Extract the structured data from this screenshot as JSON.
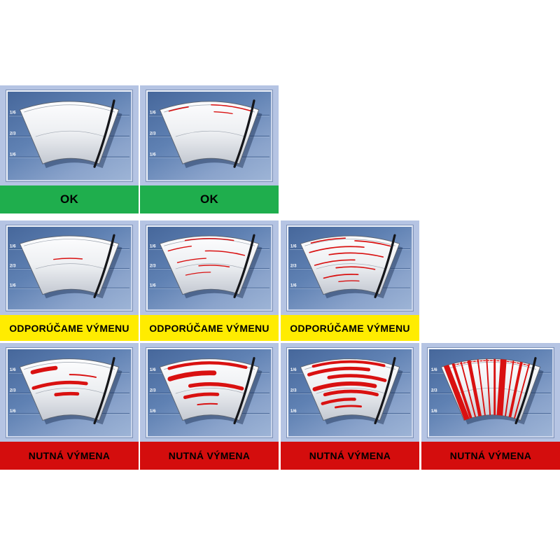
{
  "page": {
    "background": "#ffffff",
    "description_name": "wiper-blade-wear-chart"
  },
  "scale_labels": [
    "1/6",
    "2/3",
    "1/6"
  ],
  "colors": {
    "cell_bg": "#b5c4e3",
    "panel_blue_dark": "#46679b",
    "panel_blue_light": "#9db4d6",
    "streak_red": "#d91111",
    "blade_black": "#15161a",
    "ok_green": "#1fae4d",
    "warn_yellow": "#ffec00",
    "alert_red": "#d40d0d"
  },
  "rows": [
    {
      "status": "ok",
      "label": "OK",
      "label_bg": "#1fae4d",
      "cells": [
        {
          "streaks": []
        },
        {
          "streaks": [
            {
              "kind": "arc",
              "y": 0.07,
              "x1": 0.08,
              "x2": 0.28,
              "w": 1.6
            },
            {
              "kind": "arc",
              "y": 0.06,
              "x1": 0.52,
              "x2": 0.93,
              "w": 1.6
            },
            {
              "kind": "arc",
              "y": 0.18,
              "x1": 0.55,
              "x2": 0.75,
              "w": 1.3
            }
          ]
        }
      ]
    },
    {
      "status": "replacement-recommended",
      "label": "ODPORÚČAME VÝMENU",
      "label_bg": "#ffec00",
      "cells": [
        {
          "streaks": [
            {
              "kind": "arc",
              "y": 0.42,
              "x1": 0.3,
              "x2": 0.65,
              "w": 1.6
            }
          ]
        },
        {
          "streaks": [
            {
              "kind": "arc",
              "y": 0.05,
              "x1": 0.25,
              "x2": 0.75,
              "w": 1.6
            },
            {
              "kind": "arc",
              "y": 0.17,
              "x1": 0.05,
              "x2": 0.3,
              "w": 1.6
            },
            {
              "kind": "arc",
              "y": 0.28,
              "x1": 0.45,
              "x2": 0.9,
              "w": 1.6
            },
            {
              "kind": "arc",
              "y": 0.42,
              "x1": 0.1,
              "x2": 0.45,
              "w": 1.6
            },
            {
              "kind": "arc",
              "y": 0.55,
              "x1": 0.35,
              "x2": 0.75,
              "w": 1.6
            },
            {
              "kind": "arc",
              "y": 0.68,
              "x1": 0.15,
              "x2": 0.5,
              "w": 1.4
            }
          ]
        },
        {
          "streaks": [
            {
              "kind": "arc",
              "y": 0.04,
              "x1": 0.1,
              "x2": 0.45,
              "w": 1.8
            },
            {
              "kind": "arc",
              "y": 0.09,
              "x1": 0.55,
              "x2": 0.92,
              "w": 1.8
            },
            {
              "kind": "arc",
              "y": 0.2,
              "x1": 0.05,
              "x2": 0.65,
              "w": 1.8
            },
            {
              "kind": "arc",
              "y": 0.32,
              "x1": 0.25,
              "x2": 0.88,
              "w": 1.8
            },
            {
              "kind": "arc",
              "y": 0.45,
              "x1": 0.05,
              "x2": 0.55,
              "w": 1.8
            },
            {
              "kind": "arc",
              "y": 0.58,
              "x1": 0.3,
              "x2": 0.82,
              "w": 1.8
            },
            {
              "kind": "arc",
              "y": 0.72,
              "x1": 0.1,
              "x2": 0.6,
              "w": 1.8
            },
            {
              "kind": "arc",
              "y": 0.84,
              "x1": 0.3,
              "x2": 0.62,
              "w": 1.5
            }
          ]
        }
      ]
    },
    {
      "status": "replacement-required",
      "label": "NUTNÁ VÝMENA",
      "label_bg": "#d40d0d",
      "cells": [
        {
          "streaks": [
            {
              "kind": "arc",
              "y": 0.15,
              "x1": 0.1,
              "x2": 0.35,
              "w": 6
            },
            {
              "kind": "arc",
              "y": 0.28,
              "x1": 0.5,
              "x2": 0.8,
              "w": 2
            },
            {
              "kind": "arc",
              "y": 0.42,
              "x1": 0.05,
              "x2": 0.7,
              "w": 5
            },
            {
              "kind": "arc",
              "y": 0.62,
              "x1": 0.3,
              "x2": 0.6,
              "w": 5
            }
          ]
        },
        {
          "streaks": [
            {
              "kind": "arc",
              "y": 0.07,
              "x1": 0.08,
              "x2": 0.88,
              "w": 4.5
            },
            {
              "kind": "arc",
              "y": 0.25,
              "x1": 0.05,
              "x2": 0.55,
              "w": 7
            },
            {
              "kind": "arc",
              "y": 0.45,
              "x1": 0.25,
              "x2": 0.9,
              "w": 5.5
            },
            {
              "kind": "arc",
              "y": 0.63,
              "x1": 0.15,
              "x2": 0.6,
              "w": 5
            },
            {
              "kind": "arc",
              "y": 0.8,
              "x1": 0.3,
              "x2": 0.6,
              "w": 2
            }
          ]
        },
        {
          "streaks": [
            {
              "kind": "arc",
              "y": 0.05,
              "x1": 0.12,
              "x2": 0.85,
              "w": 4
            },
            {
              "kind": "arc",
              "y": 0.17,
              "x1": 0.05,
              "x2": 0.7,
              "w": 5
            },
            {
              "kind": "arc",
              "y": 0.3,
              "x1": 0.25,
              "x2": 0.9,
              "w": 5
            },
            {
              "kind": "arc",
              "y": 0.44,
              "x1": 0.05,
              "x2": 0.8,
              "w": 6
            },
            {
              "kind": "arc",
              "y": 0.58,
              "x1": 0.15,
              "x2": 0.85,
              "w": 5
            },
            {
              "kind": "arc",
              "y": 0.72,
              "x1": 0.08,
              "x2": 0.55,
              "w": 4.5
            },
            {
              "kind": "arc",
              "y": 0.84,
              "x1": 0.25,
              "x2": 0.65,
              "w": 3
            }
          ]
        },
        {
          "streaks": [
            {
              "kind": "arc",
              "y": 0.03,
              "x1": 0.12,
              "x2": 0.88,
              "w": 1.4,
              "dash": true
            },
            {
              "kind": "vbar",
              "x": 0.05,
              "w": 8
            },
            {
              "kind": "vbar",
              "x": 0.12,
              "w": 4
            },
            {
              "kind": "vbar",
              "x": 0.2,
              "w": 2
            },
            {
              "kind": "vbar",
              "x": 0.28,
              "w": 5
            },
            {
              "kind": "vbar",
              "x": 0.37,
              "w": 2
            },
            {
              "kind": "vbar",
              "x": 0.46,
              "w": 2
            },
            {
              "kind": "vbar",
              "x": 0.54,
              "w": 3
            },
            {
              "kind": "vbar",
              "x": 0.63,
              "w": 9
            },
            {
              "kind": "vbar",
              "x": 0.73,
              "w": 2
            },
            {
              "kind": "vbar",
              "x": 0.81,
              "w": 4
            },
            {
              "kind": "vbar",
              "x": 0.89,
              "w": 2
            }
          ]
        }
      ]
    }
  ]
}
